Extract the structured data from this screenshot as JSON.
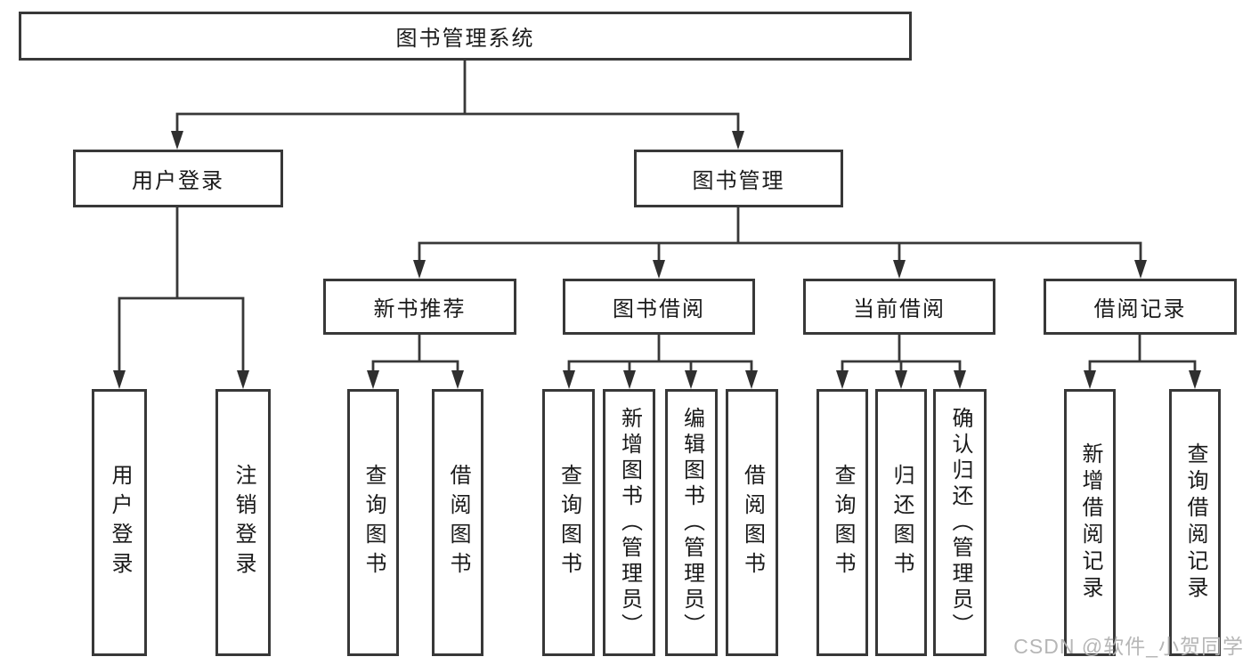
{
  "diagram": {
    "title_note": "functional structure tree of a library management system",
    "nodes": {
      "root": "图书管理系统",
      "user_login": "用户登录",
      "book_mgmt": "图书管理",
      "new_book_rec": "新书推荐",
      "book_borrow": "图书借阅",
      "current_borrow": "当前借阅",
      "borrow_record": "借阅记录",
      "leaves": {
        "user_login": [
          "用户登录",
          "注销登录"
        ],
        "new_book_rec": [
          "查询图书",
          "借阅图书"
        ],
        "book_borrow": [
          "查询图书",
          "新增图书（管理员）",
          "编辑图书（管理员）",
          "借阅图书"
        ],
        "current_borrow": [
          "查询图书",
          "归还图书",
          "确认归还（管理员）"
        ],
        "borrow_record": [
          "新增借阅记录",
          "查询借阅记录"
        ]
      }
    },
    "colors": {
      "line": "#383838",
      "text": "#1a1a1a",
      "background": "#ffffff",
      "watermark": "#b2b2b2"
    }
  },
  "watermark": {
    "text": "CSDN @软件_小贺同学"
  }
}
